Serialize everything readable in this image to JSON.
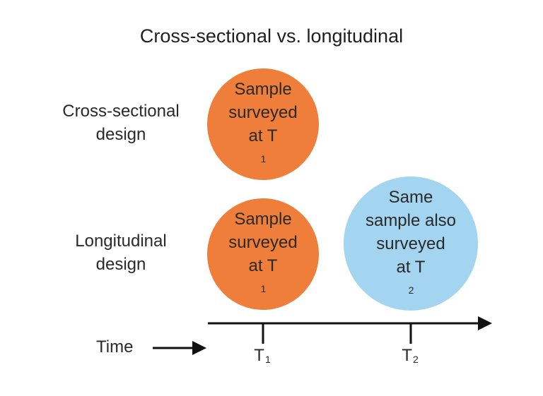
{
  "title": "Cross-sectional vs. longitudinal",
  "rows": {
    "cross_sectional": {
      "label_line1": "Cross-sectional",
      "label_line2": "design",
      "circle": {
        "line1": "Sample",
        "line2": "surveyed",
        "line3_text": "at T",
        "line3_sub": "1"
      }
    },
    "longitudinal": {
      "label_line1": "Longitudinal",
      "label_line2": "design",
      "circle1": {
        "line1": "Sample",
        "line2": "surveyed",
        "line3_text": "at T",
        "line3_sub": "1"
      },
      "circle2": {
        "line1": "Same",
        "line2": "sample also",
        "line3": "surveyed",
        "line4_text": "at T",
        "line4_sub": "2"
      }
    }
  },
  "axis": {
    "time_label": "Time",
    "tick1_text": "T",
    "tick1_sub": "1",
    "tick2_text": "T",
    "tick2_sub": "2"
  },
  "colors": {
    "orange": "#EE7E3A",
    "blue": "#A3D5F0",
    "line": "#111111"
  }
}
